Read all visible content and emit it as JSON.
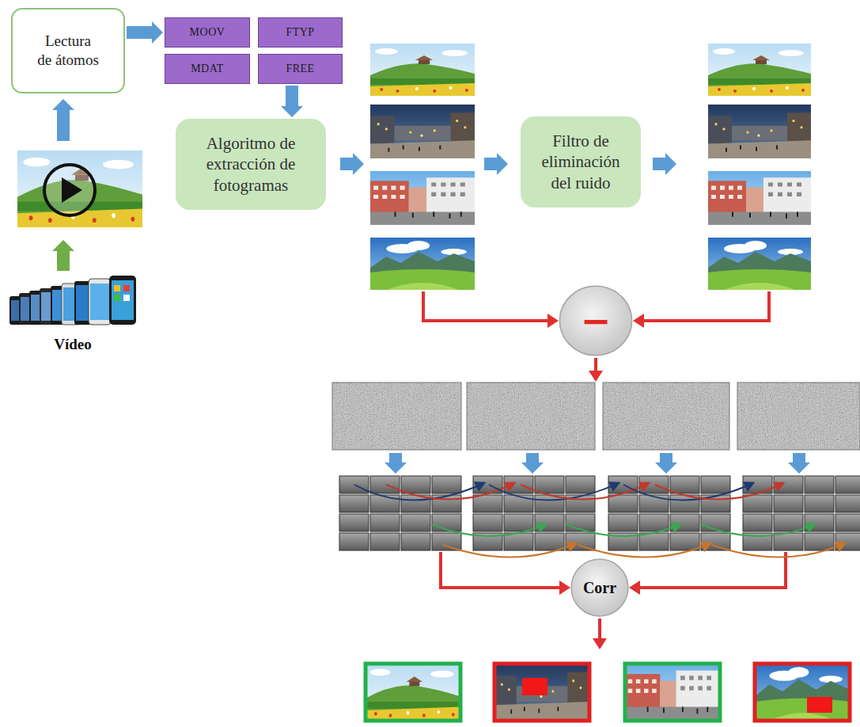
{
  "diagram": {
    "nodes": [
      {
        "text": [
          "Lectura de átomos"
        ]
      },
      {
        "text": [
          "MOOV"
        ]
      },
      {
        "text": [
          "FTYP"
        ]
      },
      {
        "text": [
          "MDAT"
        ]
      },
      {
        "text": [
          "FREE"
        ]
      },
      {
        "text": [
          "Algoritmo de extracción de fotogramas"
        ]
      },
      {
        "text": [
          "Filtro de eliminación del ruido"
        ]
      },
      {
        "text": [
          "−"
        ]
      },
      {
        "text": [
          "Corr"
        ]
      }
    ],
    "edges": [
      {
        "from": 0,
        "to": 1,
        "arrow": "to"
      },
      {
        "from": 4,
        "to": 5,
        "arrow": "to"
      }
    ],
    "labels": [
      "Vídeo"
    ]
  }
}
